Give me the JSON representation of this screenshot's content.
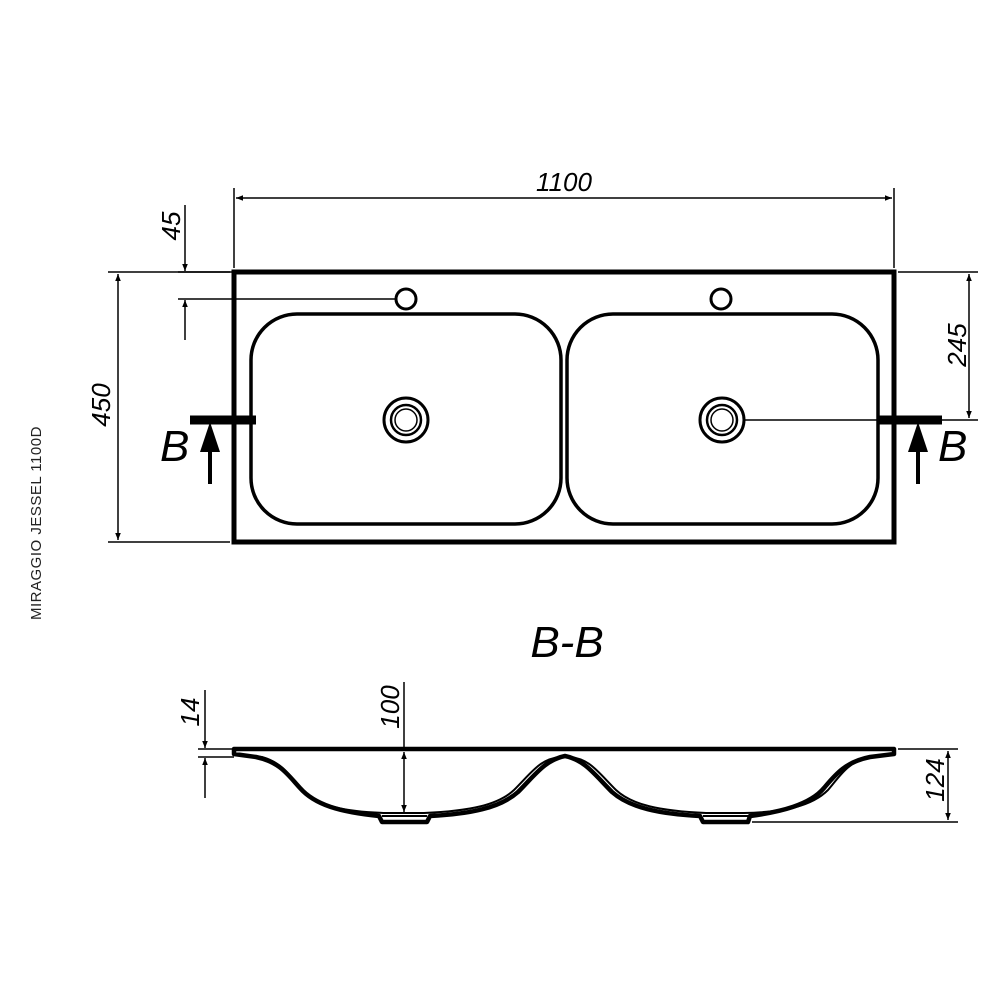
{
  "model_label": "MIRAGGIO JESSEL 1100D",
  "section_title": "B-B",
  "cut_marker_left": "B",
  "cut_marker_right": "B",
  "dimensions": {
    "width": "1100",
    "depth": "450",
    "faucet_hole_offset": "45",
    "drain_offset": "245",
    "rim_thickness": "14",
    "bowl_depth": "100",
    "total_height": "124"
  }
}
